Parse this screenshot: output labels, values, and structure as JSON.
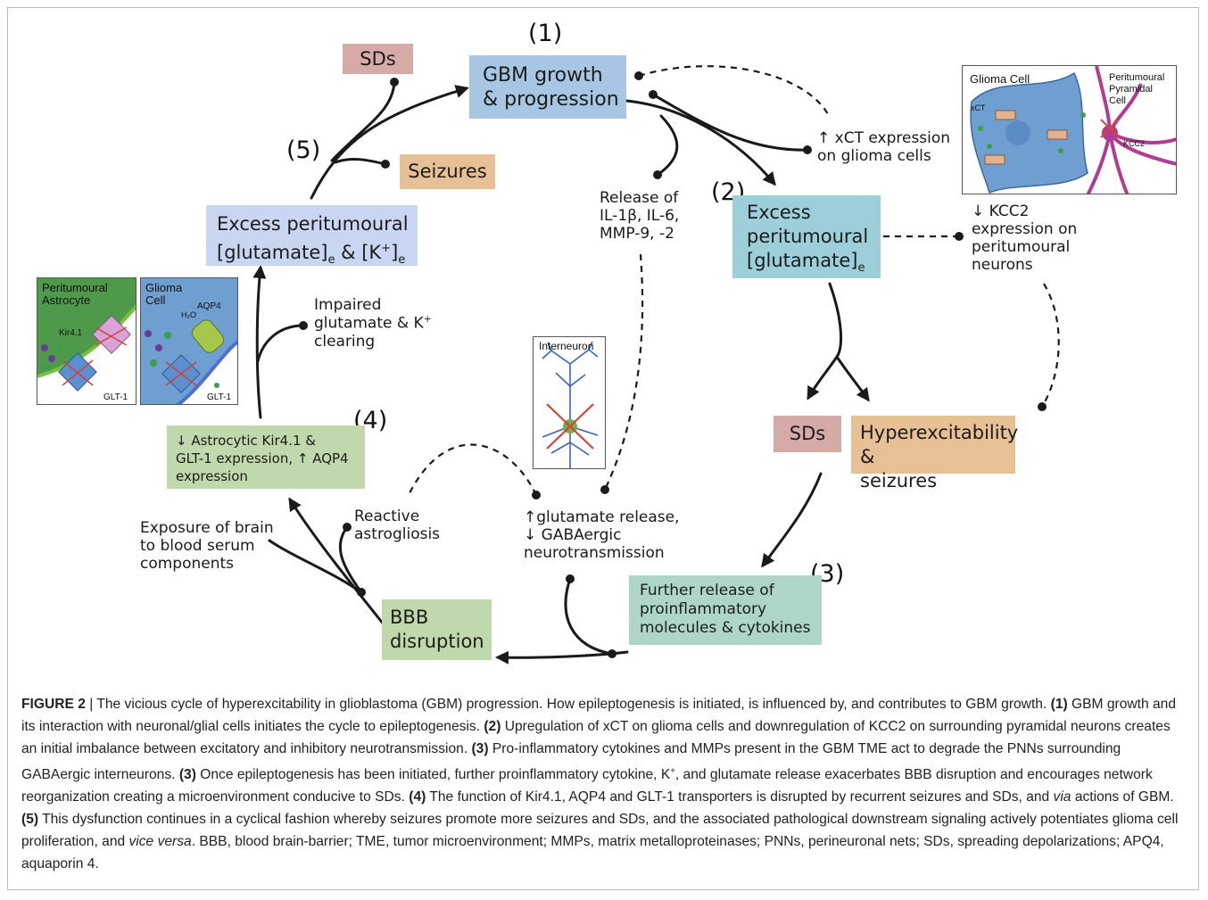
{
  "numbers": {
    "n1": "(1)",
    "n2": "(2)",
    "n3": "(3)",
    "n4": "(4)",
    "n5": "(5)"
  },
  "boxes": {
    "gbm_line1": "GBM growth",
    "gbm_line2": "& progression",
    "sds_top": "SDs",
    "seizures": "Seizures",
    "excess_k_line1": "Excess peritumoural",
    "excess_k_line2a": "[glutamate]",
    "excess_k_sub1": "e",
    "excess_k_amp": " & [K",
    "excess_k_sup": "+",
    "excess_k_close": "]",
    "excess_k_sub2": "e",
    "excess_glu_line1": "Excess",
    "excess_glu_line2": "peritumoural",
    "excess_glu_line3": "[glutamate]",
    "excess_glu_sub": "e",
    "sds_right": "SDs",
    "hyper_line1": "Hyperexcitability &",
    "hyper_line2": "seizures",
    "astro_line1": "↓ Astrocytic Kir4.1 &",
    "astro_line2": "GLT-1 expression, ↑ AQP4",
    "astro_line3": "expression",
    "further_line1": "Further release of",
    "further_line2": "proinflammatory",
    "further_line3": "molecules & cytokines",
    "bbb_line1": "BBB",
    "bbb_line2": "disruption"
  },
  "labels": {
    "xct_line1": "↑ xCT expression",
    "xct_line2": "on glioma cells",
    "release_line1": "Release of",
    "release_line2": "IL-1β, IL-6,",
    "release_line3": "MMP-9, -2",
    "kcc2_line1": "↓ KCC2",
    "kcc2_line2": "expression on",
    "kcc2_line3": "peritumoural",
    "kcc2_line4": "neurons",
    "impaired_line1": "Impaired",
    "impaired_line2": "glutamate & K",
    "impaired_sup": "+",
    "impaired_line3": "clearing",
    "reactive_line1": "Reactive",
    "reactive_line2": "astrogliosis",
    "exposure_line1": "Exposure of brain",
    "exposure_line2": "to blood serum",
    "exposure_line3": "components",
    "glurel_line1": "↑glutamate release,",
    "glurel_line2": "↓ GABAergic",
    "glurel_line3": "neurotransmission"
  },
  "insets": {
    "glioma_top": {
      "glioma": "Glioma Cell",
      "pyr1": "Peritumoural",
      "pyr2": "Pyramidal",
      "pyr3": "Cell",
      "xct": "xCT",
      "kcc2": "KCC2"
    },
    "astro": {
      "t1": "Peritumoural",
      "t2": "Astrocyte",
      "kir": "Kir4.1",
      "glt": "GLT-1"
    },
    "glioma_left": {
      "t1": "Glioma",
      "t2": "Cell",
      "aqp4": "AQP4",
      "h2o": "H₂O",
      "glt": "GLT-1"
    },
    "interneuron": {
      "title": "Interneuron"
    }
  },
  "caption": {
    "fig": "FIGURE 2",
    "sep": " | ",
    "s0": "The vicious cycle of hyperexcitability in glioblastoma (GBM) progression. How epileptogenesis is initiated, is influenced by, and contributes to GBM growth. ",
    "b1": "(1)",
    "s1": " GBM growth and its interaction with neuronal/glial cells initiates the cycle to epileptogenesis. ",
    "b2": "(2)",
    "s2": " Upregulation of xCT on glioma cells and downregulation of KCC2 on surrounding pyramidal neurons creates an initial imbalance between excitatory and inhibitory neurotransmission. ",
    "b3": "(3)",
    "s3": " Pro-inflammatory cytokines and MMPs present in the GBM TME act to degrade the PNNs surrounding GABAergic interneurons. ",
    "b4": "(3)",
    "s4a": " Once epileptogenesis has been initiated, further proinflammatory cytokine, K",
    "s4sup": "+",
    "s4b": ", and glutamate release exacerbates BBB disruption and encourages network reorganization creating a microenvironment conducive to SDs. ",
    "b5": "(4)",
    "s5a": " The function of Kir4.1, AQP4 and GLT-1 transporters is disrupted by recurrent seizures and SDs, and ",
    "i5": "via",
    "s5b": " actions of GBM. ",
    "b6": "(5)",
    "s6": " This dysfunction continues in a cyclical fashion whereby seizures promote more seizures and SDs, and the associated pathological downstream signaling actively potentiates glioma cell proliferation, and ",
    "i6": "vice versa",
    "s7": ". BBB, blood brain-barrier; TME, tumor microenvironment; MMPs, matrix metalloproteinases; PNNs, perineuronal nets; SDs, spreading depolarizations; APQ4, aquaporin 4."
  }
}
